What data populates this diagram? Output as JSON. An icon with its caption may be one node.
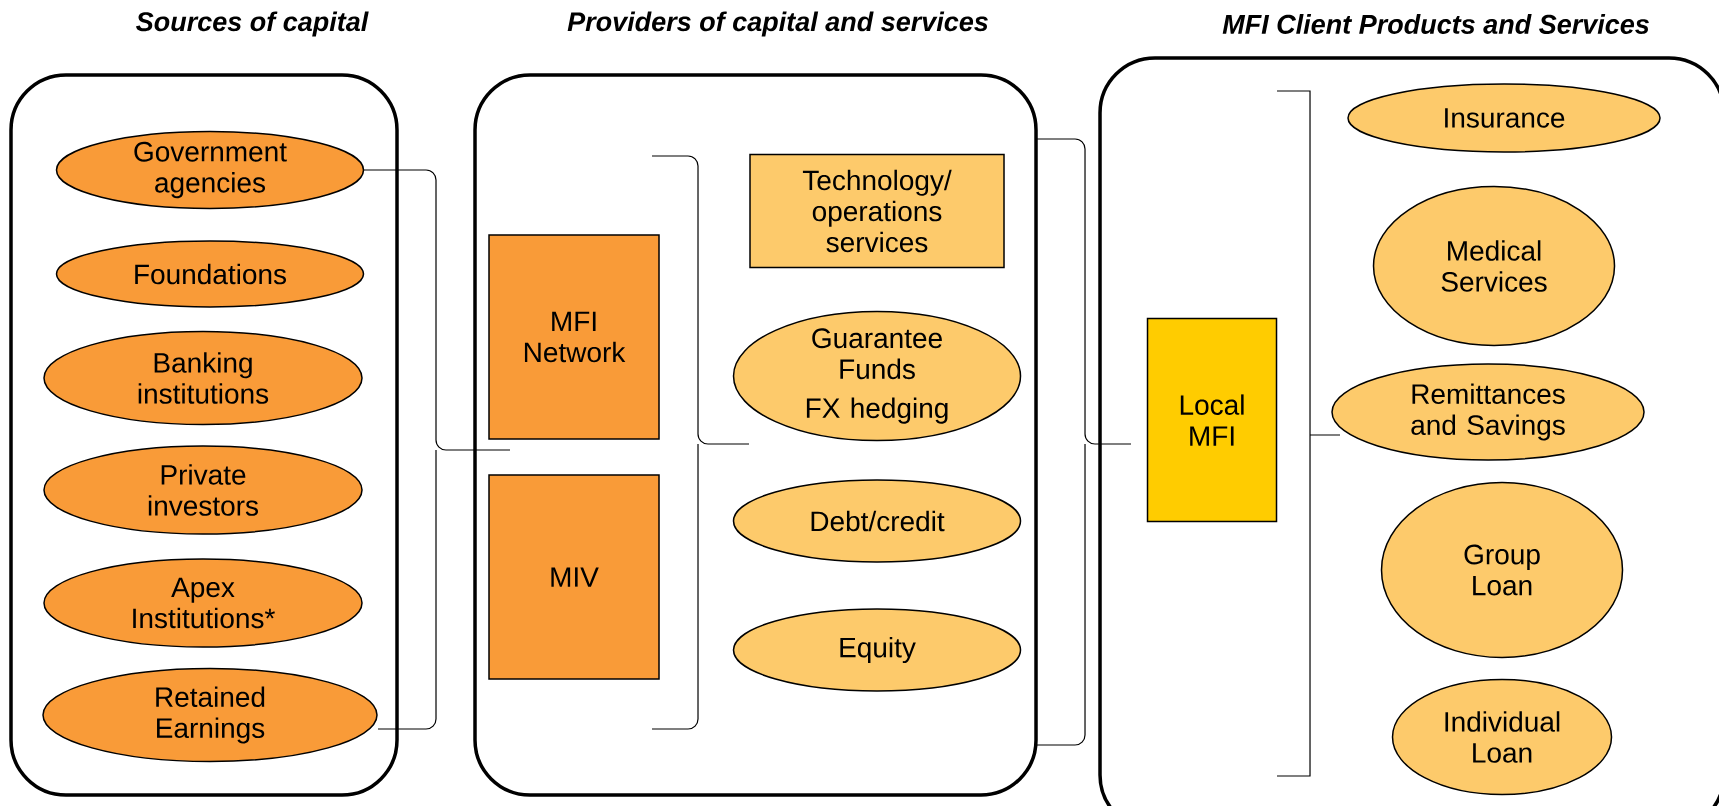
{
  "diagram": {
    "nodes": [
      {
        "text": [
          "Sources of capital"
        ]
      },
      {
        "text": [
          "Government agencies"
        ],
        "in": 0
      },
      {
        "text": [
          "Foundations"
        ],
        "in": 0
      },
      {
        "text": [
          "Banking institutions"
        ],
        "in": 0
      },
      {
        "text": [
          "Private investors"
        ],
        "in": 0
      },
      {
        "text": [
          "Apex Institutions*"
        ],
        "in": 0
      },
      {
        "text": [
          "Retained Earnings"
        ],
        "in": 0
      },
      {
        "text": [
          "Providers of capital and services"
        ]
      },
      {
        "text": [
          "MFI Network"
        ],
        "in": 7
      },
      {
        "text": [
          "MIV"
        ],
        "in": 7
      },
      {
        "text": [
          "Technology/ operations services"
        ],
        "in": 7
      },
      {
        "text": [
          "Guarantee Funds",
          "FX hedging"
        ],
        "in": 7
      },
      {
        "text": [
          "Debt/credit"
        ],
        "in": 7
      },
      {
        "text": [
          "Equity"
        ],
        "in": 7
      },
      {
        "text": [
          "MFI Client Products and Services"
        ]
      },
      {
        "text": [
          "Local MFI"
        ],
        "in": 14
      },
      {
        "text": [
          "Insurance"
        ],
        "in": 14
      },
      {
        "text": [
          "Medical Services"
        ],
        "in": 14
      },
      {
        "text": [
          "Remittances and Savings"
        ],
        "in": 14
      },
      {
        "text": [
          "Group Loan"
        ],
        "in": 14
      },
      {
        "text": [
          "Individual Loan"
        ],
        "in": 14
      }
    ]
  }
}
